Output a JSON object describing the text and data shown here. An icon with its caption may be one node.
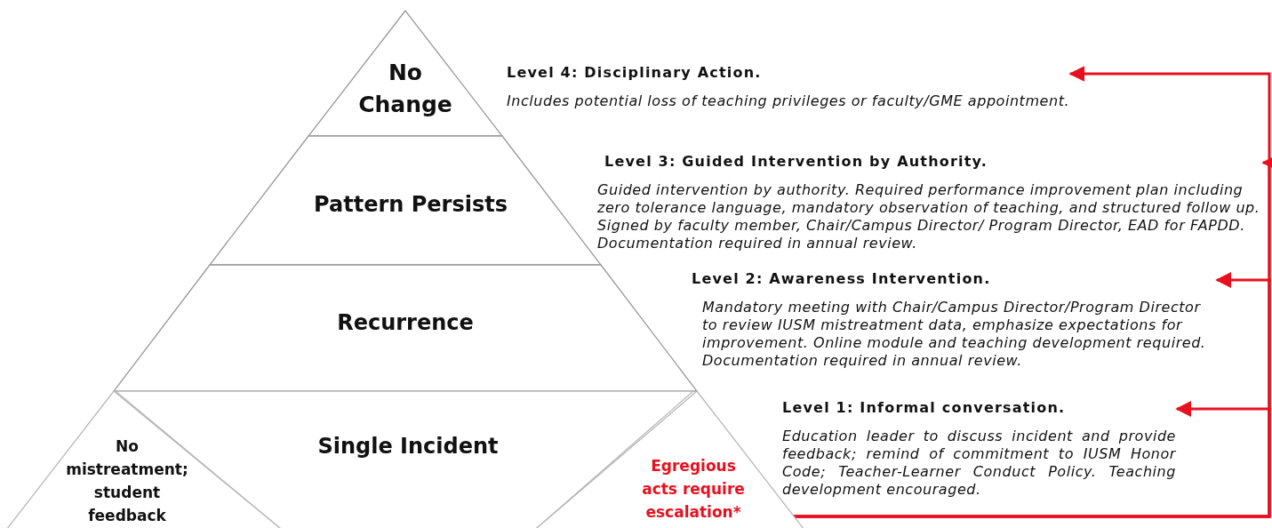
{
  "diagram": {
    "nodes": [
      {
        "text": [
          "No Change"
        ]
      },
      {
        "text": [
          "Pattern Persists"
        ]
      },
      {
        "text": [
          "Recurrence"
        ]
      },
      {
        "text": [
          "Single Incident"
        ]
      },
      {
        "text": [
          "No mistreatment; student feedback"
        ]
      },
      {
        "text": [
          "Egregious acts require escalation*"
        ]
      },
      {
        "text": [
          "Level 4: Disciplinary Action.",
          "Includes potential loss of teaching privileges or faculty/GME appointment."
        ]
      },
      {
        "text": [
          "Level 3: Guided Intervention by Authority.",
          "Guided intervention by authority. Required performance improvement plan including zero tolerance language, mandatory observation of teaching, and structured follow up. Signed by faculty member, Chair/Campus Director/ Program Director, EAD for FAPDD. Documentation required in annual review."
        ]
      },
      {
        "text": [
          "Level 2: Awareness Intervention.",
          "Mandatory meeting with Chair/Campus Director/Program Director to review IUSM mistreatment data, emphasize expectations for improvement. Online module and teaching development required. Documentation required in annual review."
        ]
      },
      {
        "text": [
          "Level 1: Informal conversation.",
          "Education leader to discuss incident and provide feedback; remind of commitment to IUSM Honor Code; Teacher-Learner Conduct Policy. Teaching development encouraged."
        ]
      }
    ],
    "edges": [
      {
        "from": 5,
        "to": 6,
        "arrow": "to"
      },
      {
        "from": 5,
        "to": 7,
        "arrow": "to"
      },
      {
        "from": 5,
        "to": 8,
        "arrow": "to"
      },
      {
        "from": 5,
        "to": 9,
        "arrow": "to"
      }
    ]
  }
}
